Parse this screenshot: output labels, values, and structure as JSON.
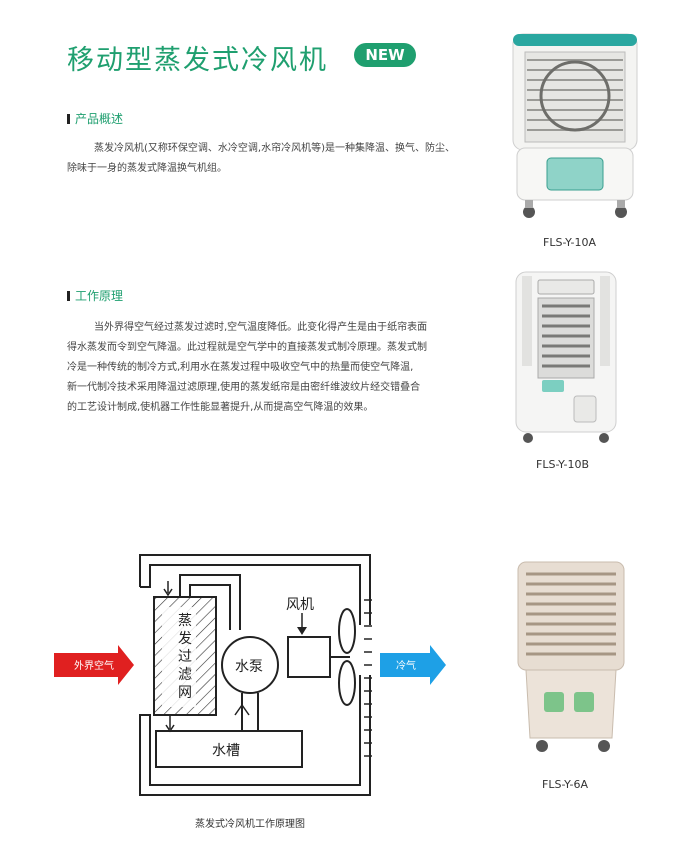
{
  "header": {
    "title": "移动型蒸发式冷风机",
    "badge": "NEW"
  },
  "overview": {
    "heading": "产品概述",
    "lines": [
      "蒸发冷风机(又称环保空调、水冷空调,水帘冷风机等)是一种集降温、换气、防尘、",
      "除味于一身的蒸发式降温换气机组。"
    ]
  },
  "principle": {
    "heading": "工作原理",
    "lines": [
      "当外界得空气经过蒸发过滤时,空气温度降低。此变化得产生是由于纸帘表面",
      "得水蒸发而令到空气降温。此过程就是空气学中的直接蒸发式制冷原理。蒸发式制",
      "冷是一种传统的制冷方式,利用水在蒸发过程中吸收空气中的热量而使空气降温,",
      "新一代制冷技术采用降温过滤原理,使用的蒸发纸帘是由密纤维波纹片经交错叠合",
      "的工艺设计制成,使机器工作性能显著提升,从而提高空气降温的效果。"
    ]
  },
  "products": [
    {
      "model": "FLS-Y-10A"
    },
    {
      "model": "FLS-Y-10B"
    },
    {
      "model": "FLS-Y-6A"
    }
  ],
  "diagram": {
    "filter_label": [
      "蒸",
      "发",
      "过",
      "滤",
      "网"
    ],
    "pump_label": "水泵",
    "fan_label": "风机",
    "tank_label": "水槽",
    "inlet_label": "外界空气",
    "outlet_label": "冷气",
    "caption": "蒸发式冷风机工作原理图",
    "colors": {
      "inlet": "#e02020",
      "outlet": "#1ea0e6"
    }
  }
}
